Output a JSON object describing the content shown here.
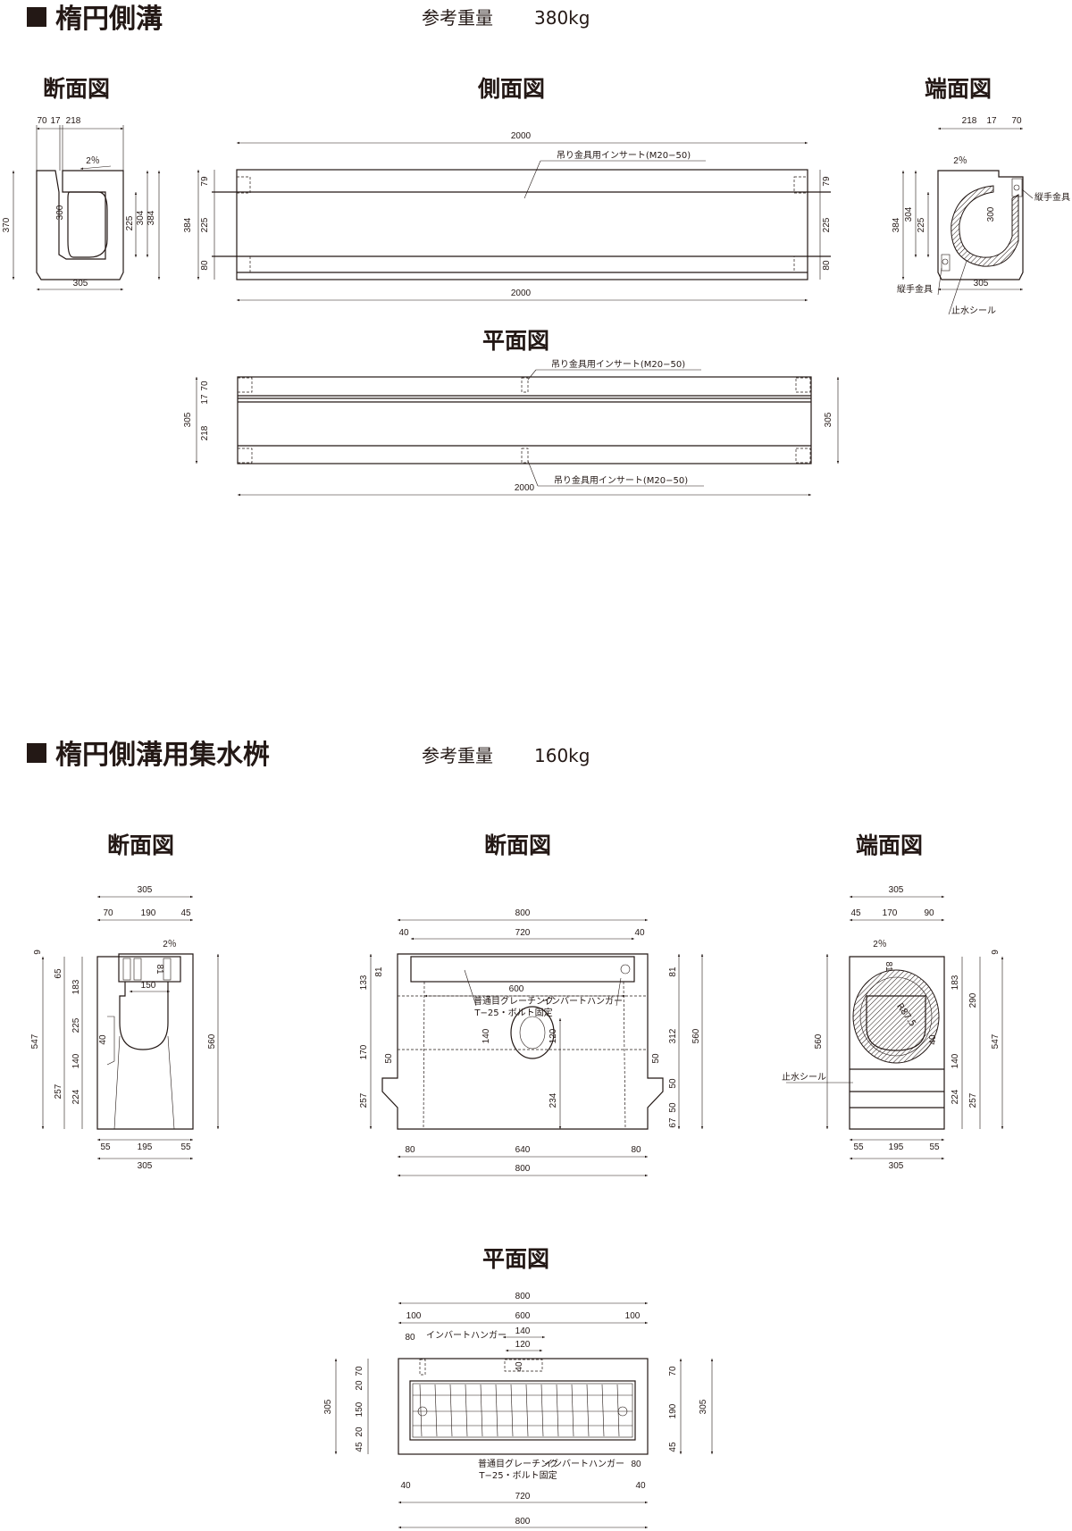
{
  "section1": {
    "title": "楕円側溝",
    "weight_label": "参考重量",
    "weight": "380kg",
    "cross_title": "断面図",
    "side_title": "側面図",
    "end_title": "端面図",
    "plan_title": "平面図",
    "insert_label": "吊り金具用インサート(M20−50)",
    "joint_label": "縦手金具",
    "seal_label": "止水シール",
    "cross_dims": [
      "70",
      "17",
      "218",
      "2％",
      "370",
      "300",
      "225",
      "304",
      "384",
      "305"
    ],
    "side_dims": [
      "2000",
      "2000",
      "79",
      "225",
      "80",
      "384",
      "79",
      "225",
      "80"
    ],
    "end_dims": [
      "218",
      "17",
      "70",
      "2％",
      "384",
      "304",
      "225",
      "300",
      "305"
    ],
    "plan_dims": [
      "70",
      "17",
      "218",
      "305",
      "305",
      "2000"
    ]
  },
  "section2": {
    "title": "楕円側溝用集水桝",
    "weight_label": "参考重量",
    "weight": "160kg",
    "cross_title": "断面図",
    "section_title": "断面図",
    "end_title": "端面図",
    "plan_title": "平面図",
    "grating_label": "普通目グレーチング",
    "grating_spec": "T−25・ボルト固定",
    "hanger_label": "インバートハンガー",
    "seal_label": "止水シール",
    "radius_label": "R87.5",
    "cross_dims": [
      "305",
      "70",
      "190",
      "45",
      "2％",
      "9",
      "547",
      "257",
      "65",
      "183",
      "225",
      "140",
      "224",
      "40",
      "81",
      "150",
      "560",
      "55",
      "195",
      "55",
      "305"
    ],
    "section_dims": [
      "800",
      "40",
      "720",
      "40",
      "133",
      "81",
      "170",
      "257",
      "50",
      "600",
      "140",
      "120",
      "234",
      "81",
      "312",
      "560",
      "50",
      "50",
      "50",
      "67",
      "80",
      "640",
      "80",
      "800"
    ],
    "end_dims": [
      "305",
      "45",
      "170",
      "90",
      "2％",
      "9",
      "81",
      "560",
      "183",
      "290",
      "140",
      "547",
      "224",
      "257",
      "40",
      "55",
      "195",
      "55",
      "305"
    ],
    "plan_dims": [
      "800",
      "100",
      "600",
      "100",
      "80",
      "140",
      "120",
      "40",
      "305",
      "70",
      "20",
      "150",
      "20",
      "45",
      "70",
      "190",
      "45",
      "305",
      "80",
      "40",
      "40",
      "720",
      "800"
    ]
  }
}
